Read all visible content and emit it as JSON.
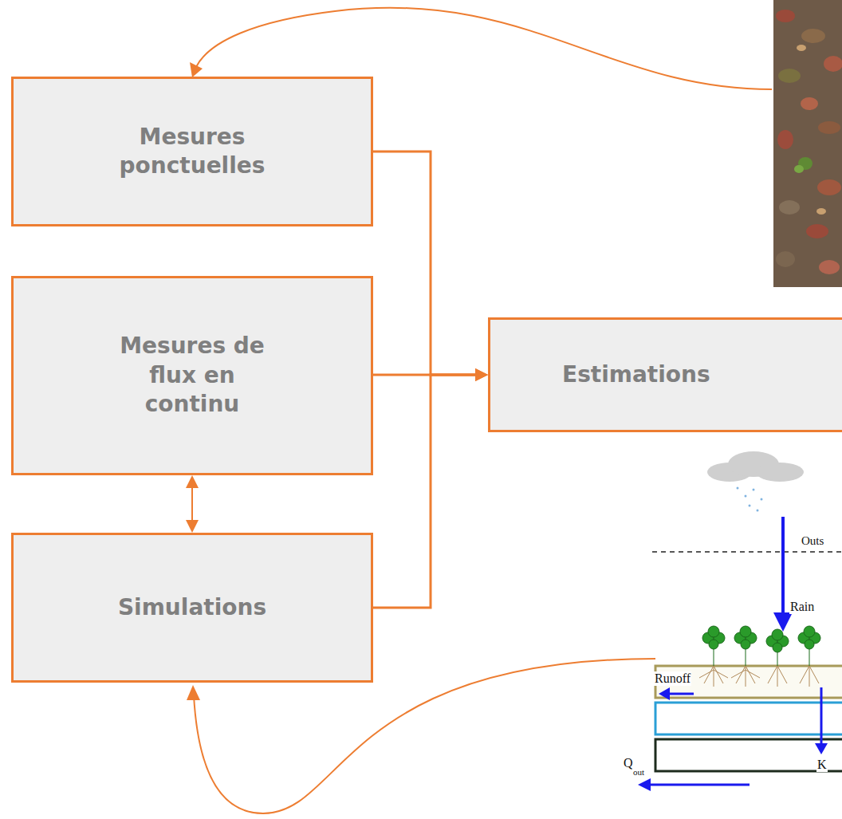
{
  "diagram": {
    "nodes": [
      {
        "text": [
          "Mesures ponctuelles"
        ]
      },
      {
        "text": [
          "Mesures de flux en continu"
        ]
      },
      {
        "text": [
          "Estimations"
        ]
      },
      {
        "text": [
          "Simulations"
        ]
      }
    ],
    "edges": [
      {
        "from": 0,
        "to": 2,
        "arrow": "to"
      },
      {
        "from": 1,
        "to": 2,
        "arrow": "to"
      },
      {
        "from": 3,
        "to": 2,
        "arrow": "to"
      },
      {
        "from": 1,
        "to": 3,
        "arrow": "both"
      }
    ],
    "labels": [
      "Outs",
      "Rain",
      "Runoff",
      "Q",
      "out",
      "K"
    ]
  }
}
